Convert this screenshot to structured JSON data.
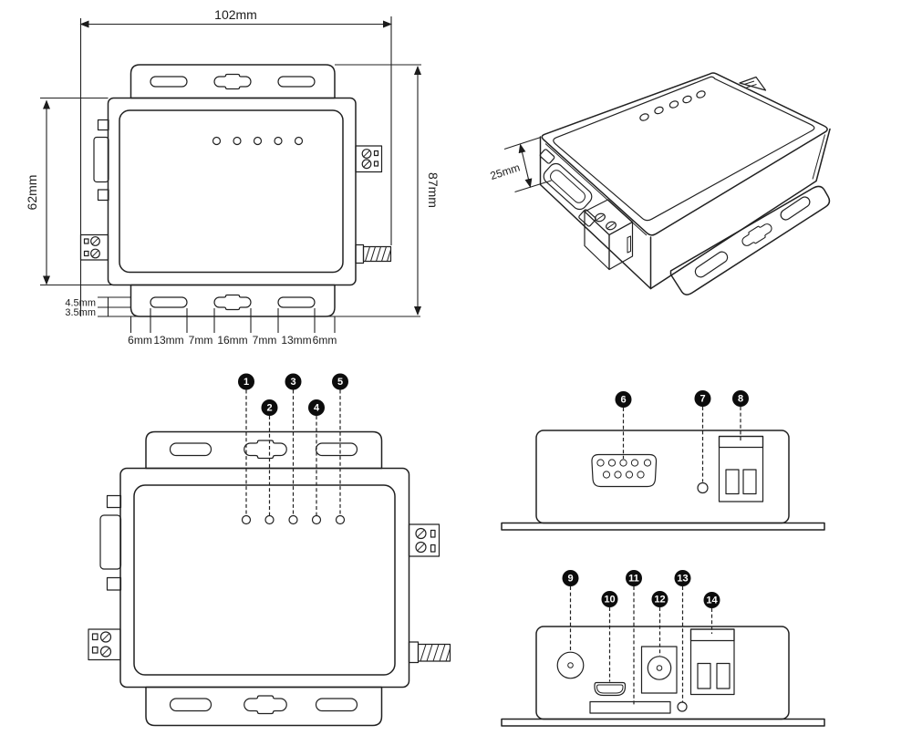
{
  "colors": {
    "line": "#212121",
    "callout_fill": "#0c0c0c",
    "callout_text": "#ffffff",
    "background": "#ffffff"
  },
  "top_view": {
    "width_label": "102mm",
    "body_height_label": "62mm",
    "overall_height_label": "87mm",
    "slot_height_label": "4.5mm",
    "flange_lip_label": "3.5mm",
    "bottom_segment_labels": [
      "6mm",
      "13mm",
      "7mm",
      "16mm",
      "7mm",
      "13mm",
      "6mm"
    ]
  },
  "isometric_view": {
    "height_label": "25mm"
  },
  "led_callouts": [
    "1",
    "2",
    "3",
    "4",
    "5"
  ],
  "serial_panel_callouts": [
    "6",
    "7",
    "8"
  ],
  "power_panel_callouts": [
    "9",
    "10",
    "11",
    "12",
    "13",
    "14"
  ]
}
